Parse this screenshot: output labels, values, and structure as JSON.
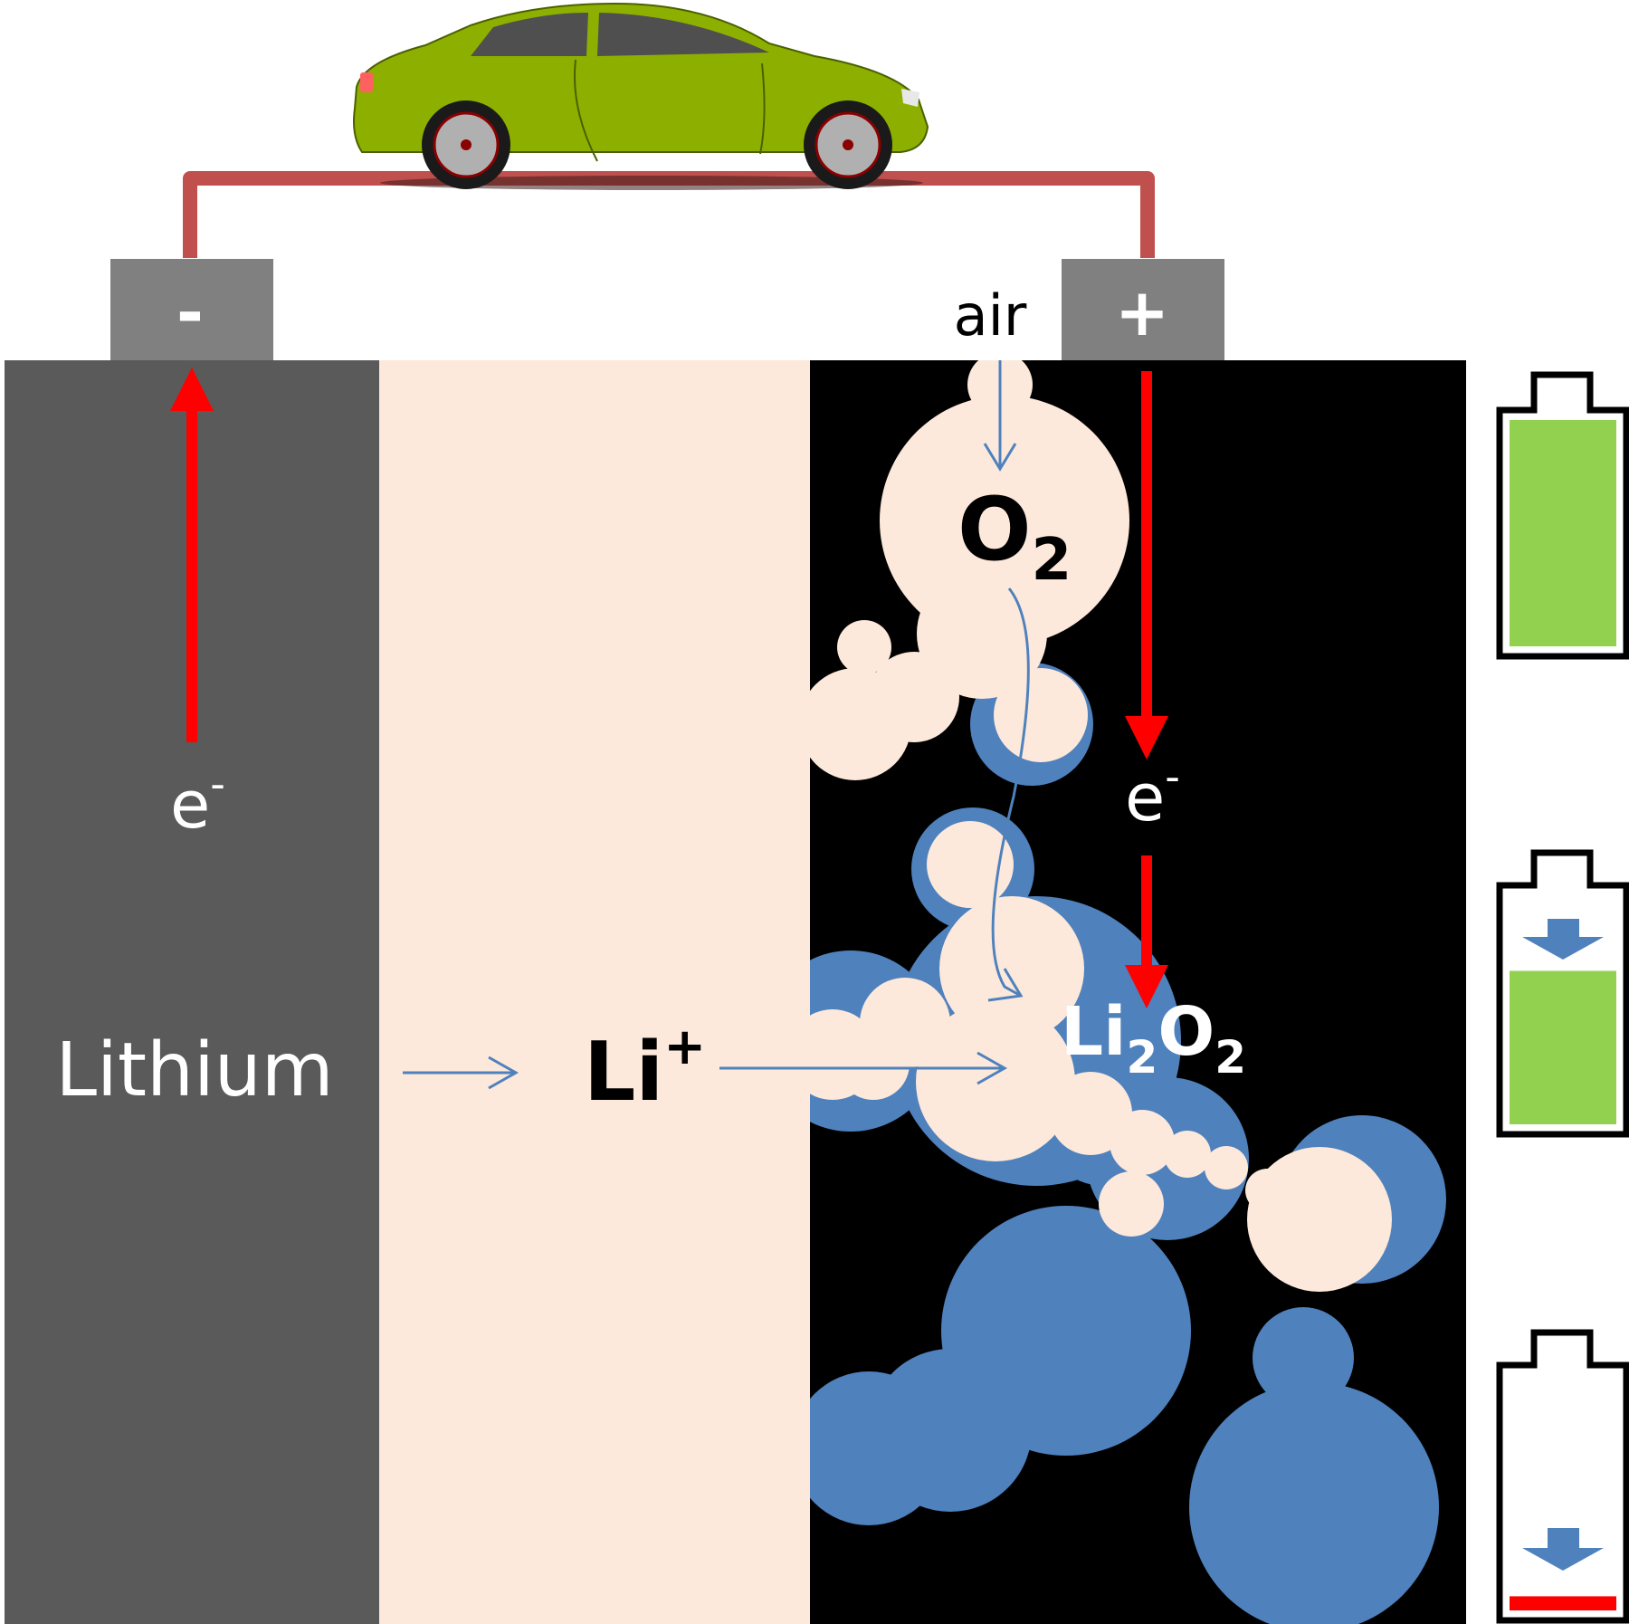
{
  "terminals": {
    "negative": "-",
    "positive": "+"
  },
  "labels": {
    "air": "air",
    "o2_main": "O",
    "o2_sub": "2",
    "electron_left_main": "e",
    "electron_left_sup": "-",
    "electron_right_main": "e",
    "electron_right_sup": "-",
    "lithium": "Lithium",
    "li_ion_main": "Li",
    "li_ion_sup": "+",
    "li2o2_a": "Li",
    "li2o2_b": "2",
    "li2o2_c": "O",
    "li2o2_d": "2"
  },
  "battery_levels": [
    1.0,
    0.67,
    0.06
  ],
  "colors": {
    "anode": "#5a5a5a",
    "electrolyte": "#fce9db",
    "cathode": "#000000",
    "li2o2_deposit": "#4f81bd",
    "pore": "#fce9db",
    "wire": "#c0504d",
    "current_arrow": "#ff0000",
    "terminal": "#808080",
    "battery_charge": "#92d050",
    "battery_low": "#ff0000",
    "flow_arrow": "#4f81bd",
    "car_body": "#8db000"
  },
  "icons": [
    "car-icon",
    "battery-full-icon",
    "battery-half-icon",
    "battery-low-icon"
  ]
}
